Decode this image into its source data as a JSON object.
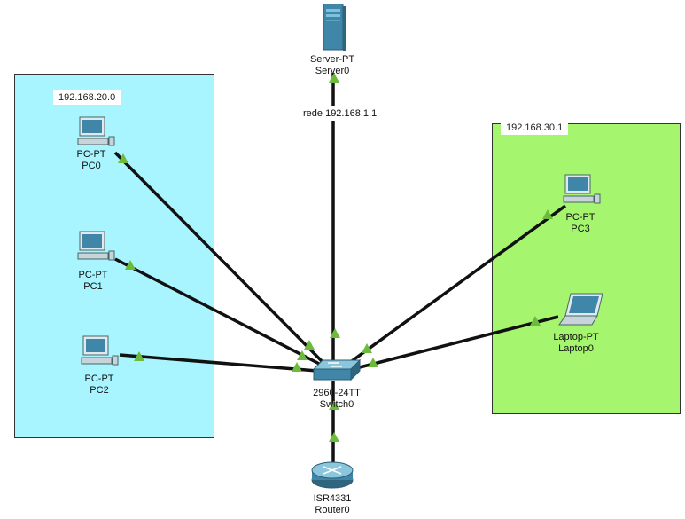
{
  "areas": {
    "left": {
      "label": "192.168.20.0",
      "fill": "#a8f5ff"
    },
    "right": {
      "label": "192.168.30.1",
      "fill": "#a5f56e"
    }
  },
  "connection_label": "rede 192.168.1.1",
  "colors": {
    "link": "#111111",
    "link_status": "#6dbb3c"
  },
  "devices": {
    "server0": {
      "model": "Server-PT",
      "name": "Server0",
      "icon": "server-icon"
    },
    "pc0": {
      "model": "PC-PT",
      "name": "PC0",
      "icon": "pc-icon"
    },
    "pc1": {
      "model": "PC-PT",
      "name": "PC1",
      "icon": "pc-icon"
    },
    "pc2": {
      "model": "PC-PT",
      "name": "PC2",
      "icon": "pc-icon"
    },
    "pc3": {
      "model": "PC-PT",
      "name": "PC3",
      "icon": "pc-icon"
    },
    "laptop0": {
      "model": "Laptop-PT",
      "name": "Laptop0",
      "icon": "laptop-icon"
    },
    "switch0": {
      "model": "2960-24TT",
      "name": "Switch0",
      "icon": "switch-icon"
    },
    "router0": {
      "model": "ISR4331",
      "name": "Router0",
      "icon": "router-icon"
    }
  }
}
